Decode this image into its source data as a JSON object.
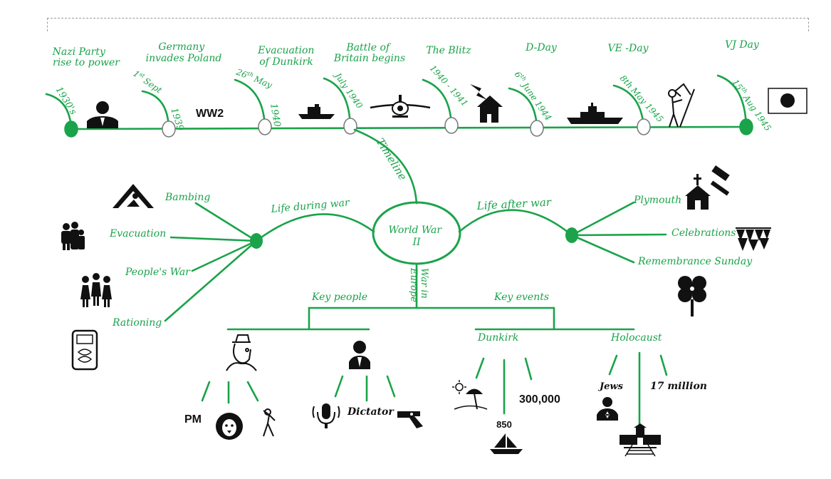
{
  "timeline": {
    "events": [
      {
        "label": [
          "Nazi Party",
          "rise to power"
        ],
        "date": "1930's"
      },
      {
        "label": [
          "Germany",
          "invades Poland"
        ],
        "date_sup": "st",
        "date_pre": "1",
        "date_main": "Sept",
        "date_year": "1939"
      },
      {
        "label": [
          "Evacuation",
          "of Dunkirk"
        ],
        "date_pre": "26",
        "date_sup": "th",
        "date_main": "May",
        "date_year": "1940"
      },
      {
        "label": [
          "Battle of",
          "Britain begins"
        ],
        "date": "July 1940"
      },
      {
        "label": [
          "The Blitz"
        ],
        "date": "1940 - 1941"
      },
      {
        "label": [
          "D-Day"
        ],
        "date_pre": "6",
        "date_sup": "th",
        "date_main": "June 1944"
      },
      {
        "label": [
          "VE -Day"
        ],
        "date_pre": "8th",
        "date_main": "May 1945"
      },
      {
        "label": [
          "VJ Day"
        ],
        "date_pre": "15",
        "date_sup": "th",
        "date_main": "Aug 1945"
      }
    ],
    "ww2": "WW2"
  },
  "center": {
    "line1": "World War",
    "line2": "II"
  },
  "branches": {
    "timeline": "Timeline",
    "life_during": "Life during war",
    "life_after": "Life after war",
    "war_in_europe": [
      "War in",
      "Europe"
    ]
  },
  "life_during": [
    "Bambing",
    "Evacuation",
    "People's War",
    "Rationing"
  ],
  "life_after": [
    "Plymouth",
    "Celebrations",
    "Remembrance Sunday"
  ],
  "key_people": {
    "title": "Key people",
    "churchill": [
      "PM"
    ],
    "hitler": [
      "Dictator"
    ]
  },
  "key_events": {
    "title": "Key events",
    "dunkirk": {
      "title": "Dunkirk",
      "count_boats": "850",
      "count_men": "300,000"
    },
    "holocaust": {
      "title": "Holocaust",
      "jews": "Jews",
      "million": "17 million"
    }
  },
  "icons": [
    "man-portrait-icon",
    "boat-icon",
    "spitfire-icon",
    "bombed-house-icon",
    "warship-icon",
    "victory-flag-icon",
    "japan-flag-icon",
    "bombing-icon",
    "family-icon",
    "people-icon",
    "ration-tin-icon",
    "church-icon",
    "hammer-icon",
    "bunting-icon",
    "poppy-icon",
    "churchill-icon",
    "lion-icon",
    "hitler-icon",
    "microphone-icon",
    "gun-icon",
    "beach-icon",
    "sailboat-icon",
    "jewish-star-person-icon",
    "camp-gate-icon"
  ],
  "colors": {
    "accent": "#1aa34a",
    "node_fill": "#1aa34a",
    "ink": "#111111"
  }
}
